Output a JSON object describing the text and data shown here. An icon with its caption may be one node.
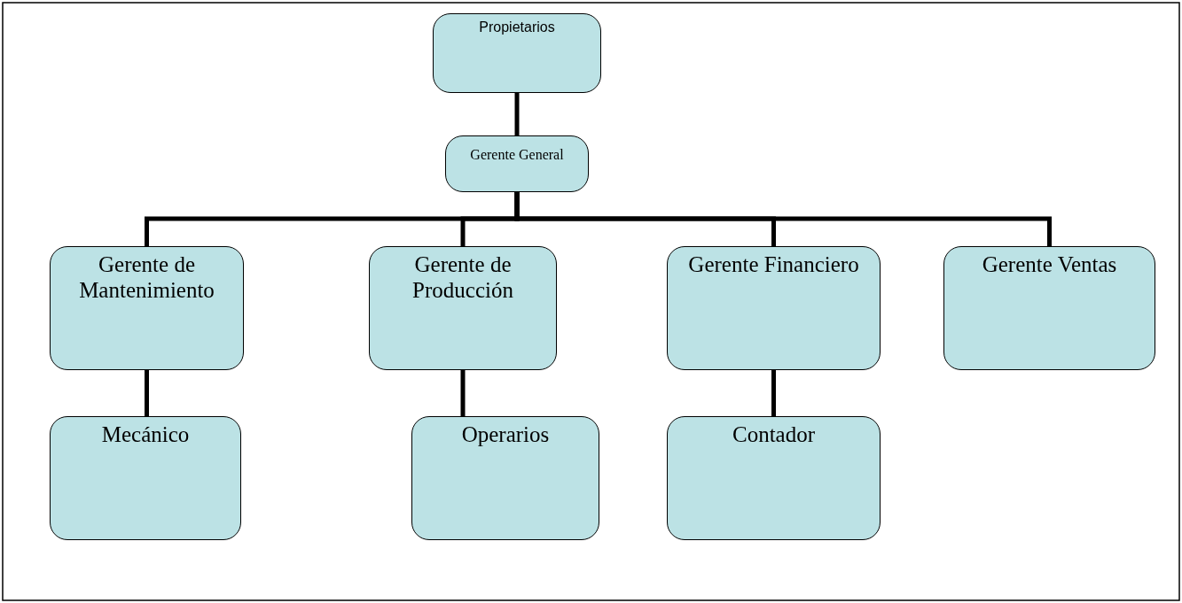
{
  "diagram": {
    "nodes": [
      {
        "text": [
          "Propietarios"
        ]
      },
      {
        "text": [
          "Gerente General"
        ]
      },
      {
        "text": [
          "Gerente de Mantenimiento"
        ]
      },
      {
        "text": [
          "Gerente de Producción"
        ]
      },
      {
        "text": [
          "Gerente Financiero"
        ]
      },
      {
        "text": [
          "Gerente Ventas"
        ]
      },
      {
        "text": [
          "Mecánico"
        ]
      },
      {
        "text": [
          "Operarios"
        ]
      },
      {
        "text": [
          "Contador"
        ]
      }
    ],
    "edges": [
      {
        "from": 0,
        "to": 1,
        "arrow": "none"
      },
      {
        "from": 1,
        "to": 2,
        "arrow": "none"
      },
      {
        "from": 1,
        "to": 3,
        "arrow": "none"
      },
      {
        "from": 1,
        "to": 4,
        "arrow": "none"
      },
      {
        "from": 1,
        "to": 5,
        "arrow": "none"
      },
      {
        "from": 2,
        "to": 6,
        "arrow": "none"
      },
      {
        "from": 3,
        "to": 7,
        "arrow": "none"
      },
      {
        "from": 4,
        "to": 8,
        "arrow": "none"
      }
    ]
  }
}
